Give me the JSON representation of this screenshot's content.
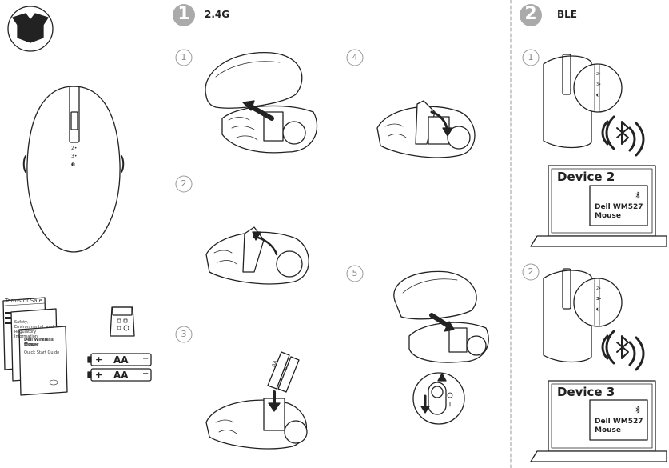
{
  "sections": {
    "s1": {
      "number": "1",
      "title": "2.4G"
    },
    "s2": {
      "number": "2",
      "title": "BLE"
    }
  },
  "steps_24g": [
    "1",
    "2",
    "3",
    "4",
    "5"
  ],
  "steps_ble": [
    "1",
    "2"
  ],
  "mouse_buttons": {
    "b1": "2•",
    "b2": "3•",
    "b3": "◐"
  },
  "ble_step1": {
    "device": "Device 2",
    "popup_name": "Dell WM527\nMouse"
  },
  "ble_step2": {
    "device": "Device 3",
    "popup_name": "Dell WM527\nMouse"
  },
  "box_contents": {
    "doc_terms": "Terms of Sale",
    "doc_safety": "Safety, Environmental, and Regulatory Information",
    "doc_guide_title": "Dell Wireless Mouse",
    "doc_guide_model": "WM527",
    "doc_guide_subtitle": "Quick Start Guide",
    "battery_label": "AA",
    "battery_plus": "+",
    "battery_minus": "−"
  }
}
